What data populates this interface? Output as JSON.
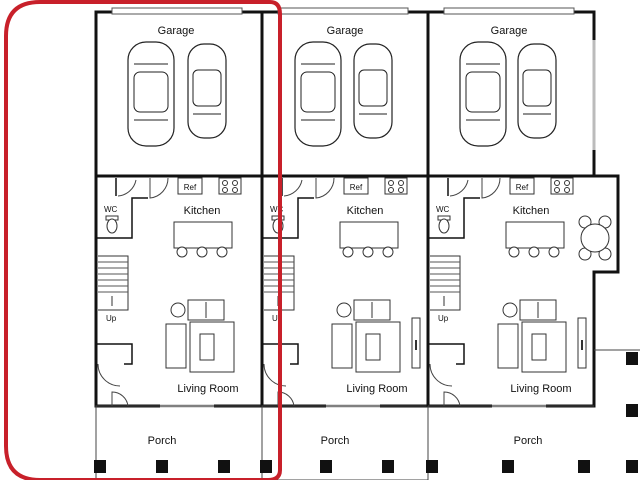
{
  "units": [
    {
      "garage": "Garage",
      "ref": "Ref",
      "wc": "WC",
      "kitchen": "Kitchen",
      "stairs": "Up",
      "living": "Living Room",
      "porch": "Porch"
    },
    {
      "garage": "Garage",
      "ref": "Ref",
      "wc": "WC",
      "kitchen": "Kitchen",
      "stairs": "Up",
      "living": "Living Room",
      "porch": "Porch"
    },
    {
      "garage": "Garage",
      "ref": "Ref",
      "wc": "WC",
      "kitchen": "Kitchen",
      "stairs": "Up",
      "living": "Living Room",
      "porch": "Porch"
    }
  ],
  "highlight_color": "#c8202a"
}
